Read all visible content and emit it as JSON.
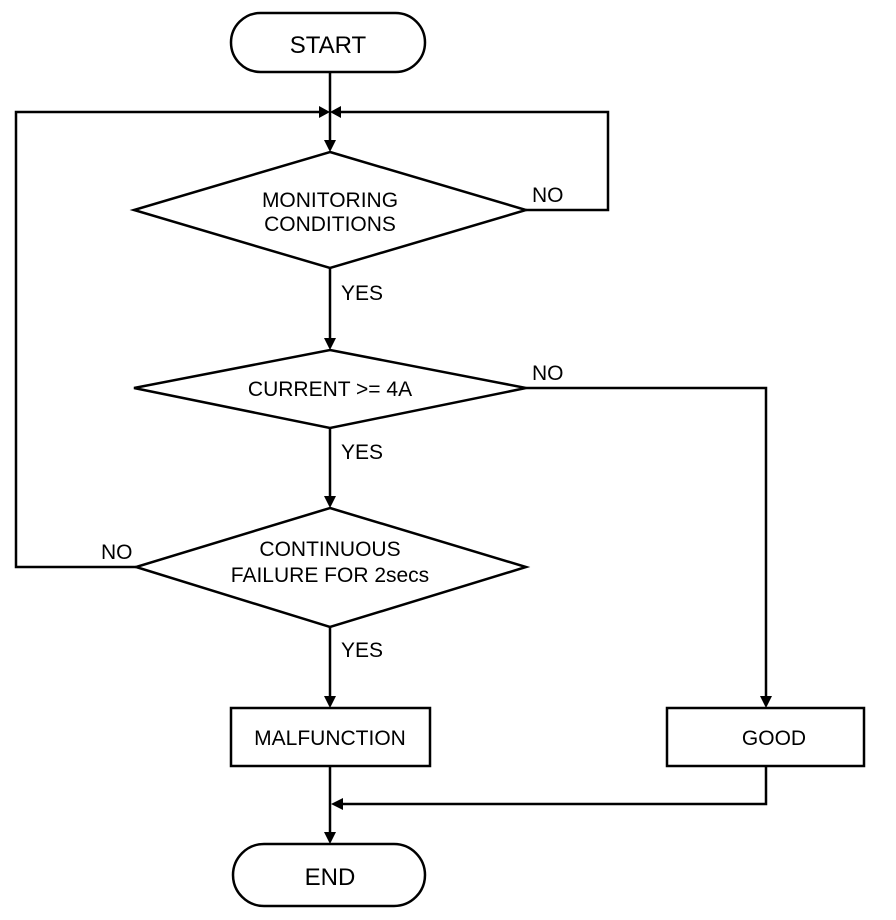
{
  "nodes": {
    "start": "START",
    "monitoring": [
      "MONITORING",
      "CONDITIONS"
    ],
    "current": "CURRENT >= 4A",
    "continuous": [
      "CONTINUOUS",
      "FAILURE FOR 2secs"
    ],
    "malfunction": "MALFUNCTION",
    "good": "GOOD",
    "end": "END"
  },
  "branches": {
    "monitoring_yes": "YES",
    "monitoring_no": "NO",
    "current_yes": "YES",
    "current_no": "NO",
    "continuous_yes": "YES",
    "continuous_no": "NO"
  }
}
